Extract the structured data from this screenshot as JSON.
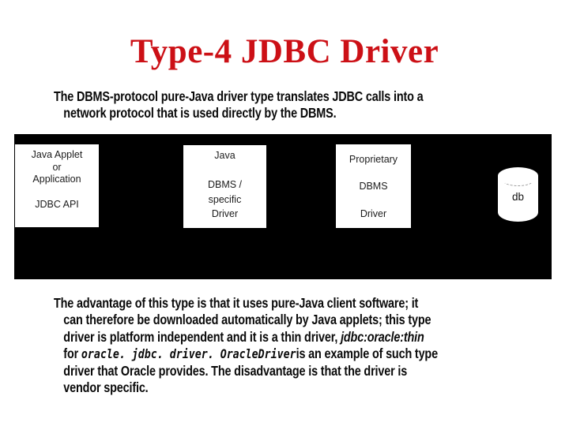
{
  "slide": {
    "title": "Type-4 JDBC Driver",
    "intro_lines": [
      "The DBMS-protocol pure-Java driver type translates JDBC calls into a",
      "network protocol that is used directly by the DBMS."
    ],
    "body_lines": [
      [
        {
          "t": "The advantage of this type is that it uses pure-Java client software; it"
        }
      ],
      [
        {
          "t": "can therefore be downloaded automatically by Java applets; this type"
        }
      ],
      [
        {
          "t": "driver is platform independent and it is a thin driver, "
        },
        {
          "t": "jdbc:oracle:thin",
          "style": "italic"
        }
      ],
      [
        {
          "t": "for "
        },
        {
          "t": "oracle. jdbc. driver. OracleDriver",
          "style": "mono-italic"
        },
        {
          "t": "is an example of such type"
        }
      ],
      [
        {
          "t": "driver that Oracle provides. The disadvantage is that the driver is"
        }
      ],
      [
        {
          "t": "vendor specific."
        }
      ]
    ],
    "diagram": {
      "boxes": [
        {
          "id": "client",
          "lines": [
            "Java Applet",
            "or",
            "Application",
            "",
            "JDBC API"
          ]
        },
        {
          "id": "driver",
          "lines": [
            "Java",
            "",
            "DBMS /",
            "specific",
            "Driver"
          ]
        },
        {
          "id": "dbms",
          "lines": [
            "Proprietary",
            "",
            "DBMS",
            "",
            "Driver"
          ]
        }
      ],
      "database_label": "db"
    },
    "colors": {
      "title": "#cc1016",
      "diagram_bg": "#000000",
      "box_bg": "#ffffff",
      "body_text": "#0a0a0a"
    }
  }
}
